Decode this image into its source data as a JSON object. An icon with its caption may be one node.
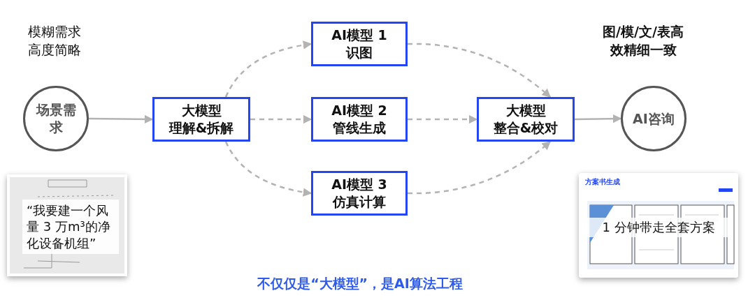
{
  "diagram": {
    "nodes": [
      {
        "text": [
          "场景需求"
        ]
      },
      {
        "text": [
          "大模型",
          "理解&拆解"
        ]
      },
      {
        "text": [
          "AI模型 1",
          "识图"
        ]
      },
      {
        "text": [
          "AI模型 2",
          "管线生成"
        ]
      },
      {
        "text": [
          "AI模型 3",
          "仿真计算"
        ]
      },
      {
        "text": [
          "大模型",
          "整合&校对"
        ]
      },
      {
        "text": [
          "AI咨询"
        ]
      }
    ],
    "edges": [
      {
        "from": 0,
        "to": 1,
        "arrow": "to"
      },
      {
        "from": 1,
        "to": 2,
        "arrow": "to",
        "style": "dashed"
      },
      {
        "from": 1,
        "to": 3,
        "arrow": "to",
        "style": "dashed"
      },
      {
        "from": 1,
        "to": 4,
        "arrow": "to",
        "style": "dashed"
      },
      {
        "from": 2,
        "to": 5,
        "arrow": "to",
        "style": "dashed"
      },
      {
        "from": 3,
        "to": 5,
        "arrow": "to",
        "style": "dashed"
      },
      {
        "from": 4,
        "to": 5,
        "arrow": "to",
        "style": "dashed"
      },
      {
        "from": 5,
        "to": 6,
        "arrow": "to"
      }
    ],
    "labels": [
      "模糊需求高度简略",
      "图/模/文/表高效精细一致",
      "“我要建一个风量 3 万m³的净化设备机组”",
      "方案书生成",
      "1 分钟带走全套方案",
      "不仅仅是“大模型”，是AI算法工程"
    ]
  }
}
